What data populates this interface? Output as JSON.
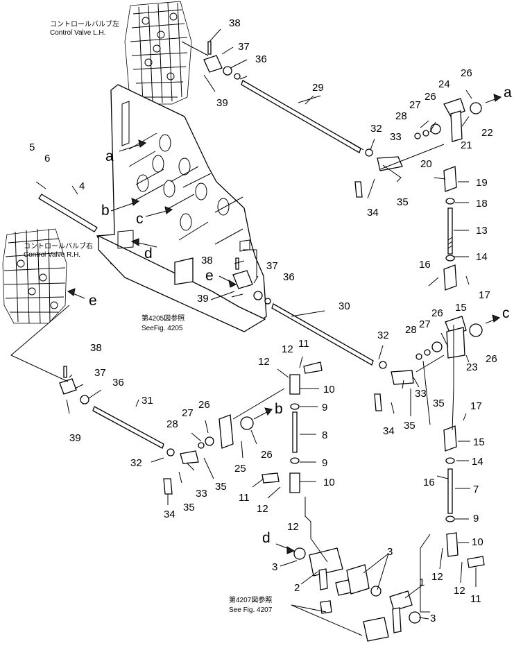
{
  "notes": {
    "cv_lh_jp": "コントロールバルブ左",
    "cv_lh_en": "Control Valve L.H.",
    "cv_rh_jp": "コントロールバルブ右",
    "cv_rh_en": "Control Valve R.H.",
    "fig4205_jp": "第4205図参照",
    "fig4205_en": "SeeFig. 4205",
    "fig4207_jp": "第4207図参照",
    "fig4207_en": "See Fig. 4207"
  },
  "callouts": [
    {
      "id": "c38a",
      "text": "38"
    },
    {
      "id": "c37a",
      "text": "37"
    },
    {
      "id": "c36a",
      "text": "36"
    },
    {
      "id": "c39a",
      "text": "39"
    },
    {
      "id": "c29",
      "text": "29"
    },
    {
      "id": "c26a",
      "text": "26"
    },
    {
      "id": "c24",
      "text": "24"
    },
    {
      "id": "c26b",
      "text": "26"
    },
    {
      "id": "c27a",
      "text": "27"
    },
    {
      "id": "c28a",
      "text": "28"
    },
    {
      "id": "c32a",
      "text": "32"
    },
    {
      "id": "c33a",
      "text": "33"
    },
    {
      "id": "c22",
      "text": "22"
    },
    {
      "id": "c21",
      "text": "21"
    },
    {
      "id": "c20",
      "text": "20"
    },
    {
      "id": "c19",
      "text": "19"
    },
    {
      "id": "c34a",
      "text": "34"
    },
    {
      "id": "c35a",
      "text": "35"
    },
    {
      "id": "c18",
      "text": "18"
    },
    {
      "id": "c13",
      "text": "13"
    },
    {
      "id": "c14a",
      "text": "14"
    },
    {
      "id": "c16a",
      "text": "16"
    },
    {
      "id": "c17a",
      "text": "17"
    },
    {
      "id": "c15a",
      "text": "15"
    },
    {
      "id": "c5",
      "text": "5"
    },
    {
      "id": "c6",
      "text": "6"
    },
    {
      "id": "c4",
      "text": "4"
    },
    {
      "id": "c38b",
      "text": "38"
    },
    {
      "id": "c37b",
      "text": "37"
    },
    {
      "id": "c36b",
      "text": "36"
    },
    {
      "id": "c39b",
      "text": "39"
    },
    {
      "id": "c30",
      "text": "30"
    },
    {
      "id": "c28b",
      "text": "28"
    },
    {
      "id": "c27b",
      "text": "27"
    },
    {
      "id": "c26c",
      "text": "26"
    },
    {
      "id": "c32b",
      "text": "32"
    },
    {
      "id": "c23",
      "text": "23"
    },
    {
      "id": "c26d",
      "text": "26"
    },
    {
      "id": "c33b",
      "text": "33"
    },
    {
      "id": "c35b",
      "text": "35"
    },
    {
      "id": "c35c",
      "text": "35"
    },
    {
      "id": "c34b",
      "text": "34"
    },
    {
      "id": "c12a",
      "text": "12"
    },
    {
      "id": "c11a",
      "text": "11"
    },
    {
      "id": "c12b",
      "text": "12"
    },
    {
      "id": "c10a",
      "text": "10"
    },
    {
      "id": "c9a",
      "text": "9"
    },
    {
      "id": "c8",
      "text": "8"
    },
    {
      "id": "c9b",
      "text": "9"
    },
    {
      "id": "c10b",
      "text": "10"
    },
    {
      "id": "c11b",
      "text": "11"
    },
    {
      "id": "c12c",
      "text": "12"
    },
    {
      "id": "c12d",
      "text": "12"
    },
    {
      "id": "c38c",
      "text": "38"
    },
    {
      "id": "c37c",
      "text": "37"
    },
    {
      "id": "c36c",
      "text": "36"
    },
    {
      "id": "c39c",
      "text": "39"
    },
    {
      "id": "c31",
      "text": "31"
    },
    {
      "id": "c27c",
      "text": "27"
    },
    {
      "id": "c26e",
      "text": "26"
    },
    {
      "id": "c28c",
      "text": "28"
    },
    {
      "id": "c32c",
      "text": "32"
    },
    {
      "id": "c25",
      "text": "25"
    },
    {
      "id": "c26f",
      "text": "26"
    },
    {
      "id": "c33c",
      "text": "33"
    },
    {
      "id": "c35d",
      "text": "35"
    },
    {
      "id": "c34c",
      "text": "34"
    },
    {
      "id": "c35e",
      "text": "35"
    },
    {
      "id": "c17b",
      "text": "17"
    },
    {
      "id": "c15b",
      "text": "15"
    },
    {
      "id": "c14b",
      "text": "14"
    },
    {
      "id": "c16b",
      "text": "16"
    },
    {
      "id": "c7",
      "text": "7"
    },
    {
      "id": "c9c",
      "text": "9"
    },
    {
      "id": "c10c",
      "text": "10"
    },
    {
      "id": "c12e",
      "text": "12"
    },
    {
      "id": "c12f",
      "text": "12"
    },
    {
      "id": "c11c",
      "text": "11"
    },
    {
      "id": "c3a",
      "text": "3"
    },
    {
      "id": "c2",
      "text": "2"
    },
    {
      "id": "c3b",
      "text": "3"
    },
    {
      "id": "c1",
      "text": "1"
    },
    {
      "id": "c3c",
      "text": "3"
    }
  ],
  "letters": [
    {
      "id": "la1",
      "text": "a"
    },
    {
      "id": "la2",
      "text": "a"
    },
    {
      "id": "lb1",
      "text": "b"
    },
    {
      "id": "lb2",
      "text": "b"
    },
    {
      "id": "lc1",
      "text": "c"
    },
    {
      "id": "lc2",
      "text": "c"
    },
    {
      "id": "ld1",
      "text": "d"
    },
    {
      "id": "ld2",
      "text": "d"
    },
    {
      "id": "le1",
      "text": "e"
    },
    {
      "id": "le2",
      "text": "e"
    }
  ]
}
